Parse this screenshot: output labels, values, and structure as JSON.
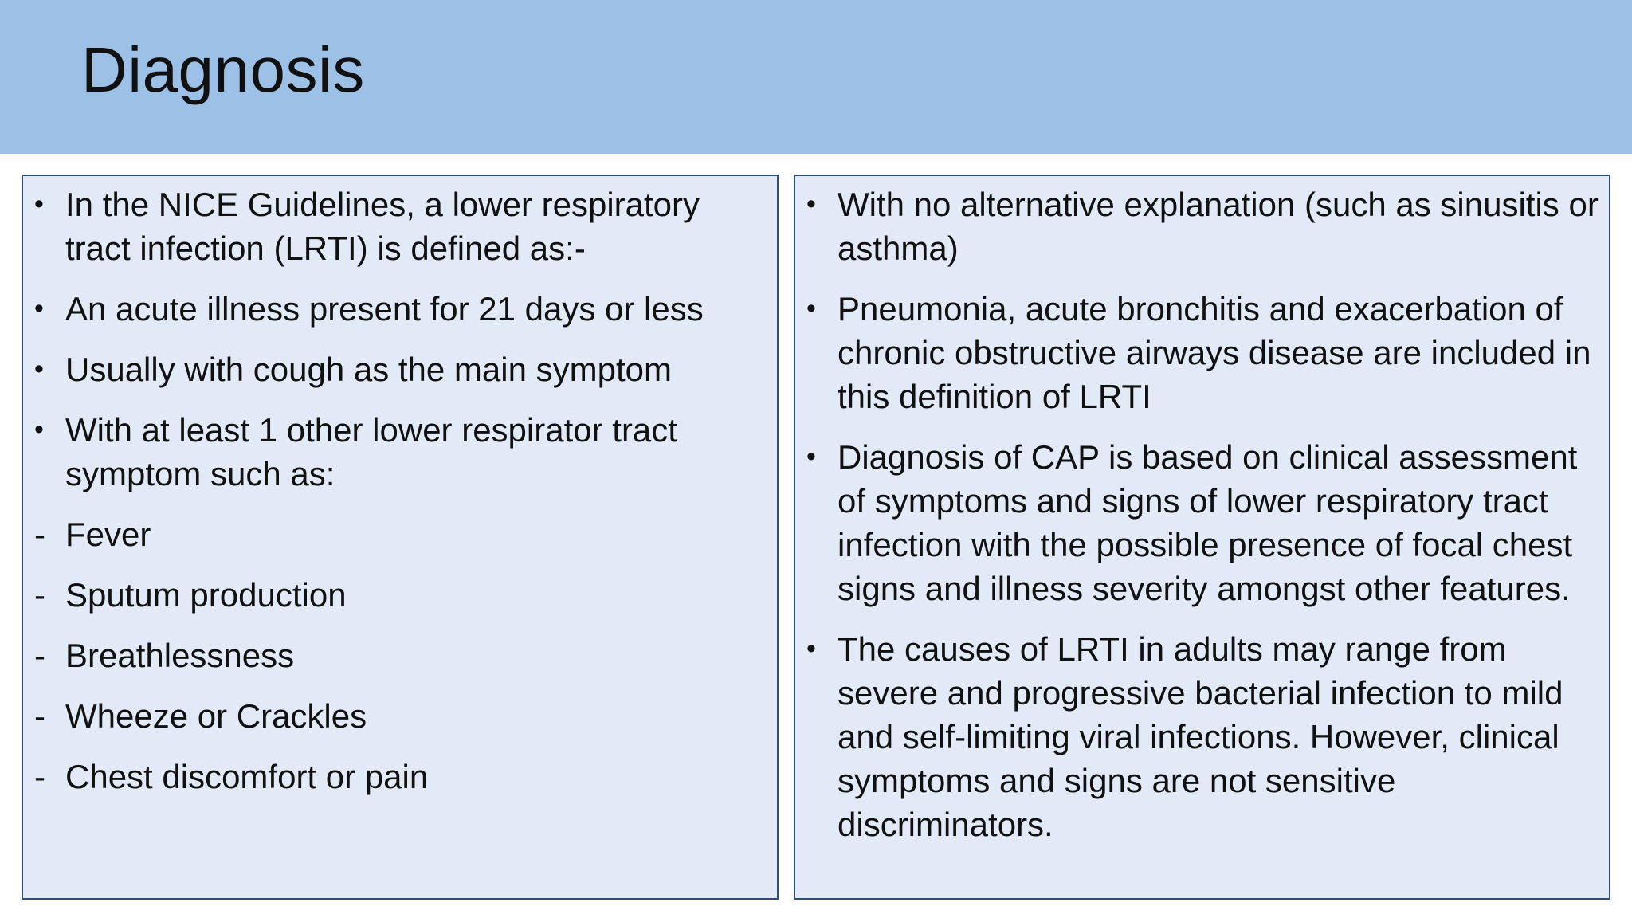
{
  "slide": {
    "title": "Diagnosis"
  },
  "left_panel": {
    "items": [
      {
        "marker": "•",
        "text": "In the NICE Guidelines, a lower respiratory tract infection (LRTI) is defined as:-"
      },
      {
        "marker": "•",
        "text": "An acute illness present for 21 days or less"
      },
      {
        "marker": "•",
        "text": " Usually with cough as the main symptom"
      },
      {
        "marker": "•",
        "text": " With at least 1 other lower respirator tract symptom such as:"
      },
      {
        "marker": "-",
        "text": "Fever"
      },
      {
        "marker": "-",
        "text": "Sputum production"
      },
      {
        "marker": "-",
        "text": "Breathlessness"
      },
      {
        "marker": "-",
        "text": " Wheeze or Crackles"
      },
      {
        "marker": "-",
        "text": "Chest discomfort or pain"
      }
    ]
  },
  "right_panel": {
    "items": [
      {
        "marker": "•",
        "text": "With no alternative explanation (such as sinusitis or asthma)"
      },
      {
        "marker": "•",
        "text": "Pneumonia, acute bronchitis and exacerbation of chronic obstructive airways disease are included in this definition of LRTI"
      },
      {
        "marker": "•",
        "text": "Diagnosis of CAP is based on clinical assessment of symptoms and signs of lower respiratory tract infection with the possible presence of focal chest signs and illness severity amongst other features."
      },
      {
        "marker": "•",
        "text": "The causes of LRTI in adults may range from severe and progressive bacterial infection to mild and self-limiting viral infections. However, clinical symptoms and signs are not sensitive discriminators."
      }
    ]
  },
  "colors": {
    "header_band": "#9dc0e6",
    "panel_fill": "#e1eaf6",
    "panel_border": "#2f4f7a",
    "text": "#111111"
  }
}
